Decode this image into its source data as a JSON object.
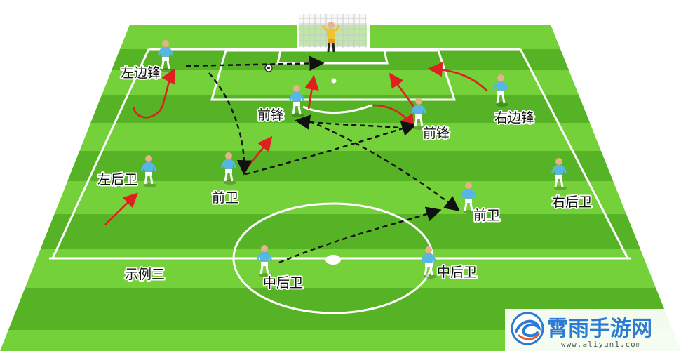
{
  "diagram": {
    "caption": "示例三",
    "colors": {
      "grass_light": "#74d13a",
      "grass_dark": "#55b325",
      "line": "#ffffff",
      "player_shirt": "#58b6e3",
      "keeper_shirt": "#f2c12e",
      "run_arrow": "#e02020",
      "pass_arrow": "#111111"
    },
    "players": [
      {
        "id": "left-winger",
        "label": "左边锋"
      },
      {
        "id": "left-forward",
        "label": "前锋"
      },
      {
        "id": "right-forward",
        "label": "前锋"
      },
      {
        "id": "right-winger",
        "label": "右边锋"
      },
      {
        "id": "left-back",
        "label": "左后卫"
      },
      {
        "id": "left-mid",
        "label": "前卫"
      },
      {
        "id": "right-mid",
        "label": "前卫"
      },
      {
        "id": "right-back",
        "label": "右后卫"
      },
      {
        "id": "left-cb",
        "label": "中后卫"
      },
      {
        "id": "right-cb",
        "label": "中后卫"
      }
    ],
    "goalkeeper_icon": "goalkeeper-figure",
    "ball_icon": "soccer-ball"
  },
  "watermark": {
    "brand": "霄雨手游网",
    "url": "www.aliyun1.com",
    "logo_icon": "swirl-logo-icon"
  }
}
